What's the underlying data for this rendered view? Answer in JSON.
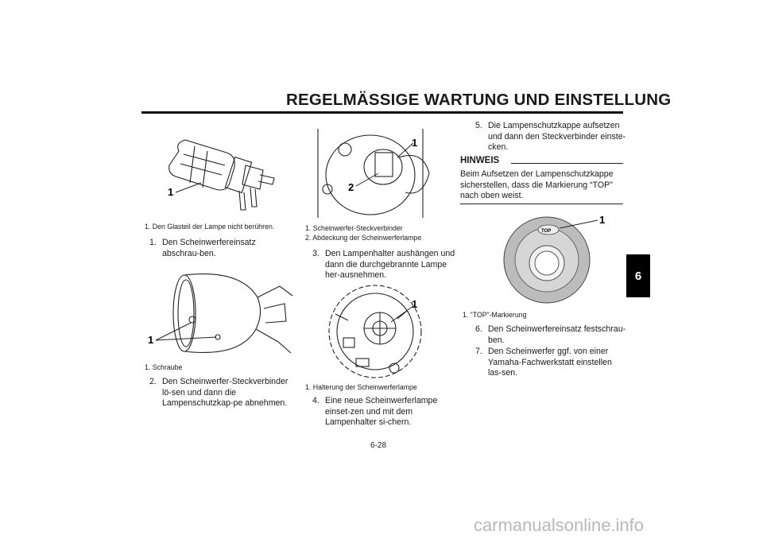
{
  "title": "REGELMÄSSIGE WARTUNG UND EINSTELLUNG",
  "chapter_tab": "6",
  "page_number": "6-28",
  "figures": {
    "bulb": {
      "caption": "1.  Den Glasteil der Lampe nicht berühren.",
      "callout": "1"
    },
    "headlight": {
      "caption": "1.  Schraube",
      "callout": "1"
    },
    "connector": {
      "caption1": "1.  Scheinwerfer-Steckverbinder",
      "caption2": "2.  Abdeckung der Scheinwerferlampe",
      "callout1": "1",
      "callout2": "2"
    },
    "holder": {
      "caption": "1.  Halterung der Scheinwerferlampe",
      "callout": "1"
    },
    "cover": {
      "caption": "1.  “TOP”-Markierung",
      "callout": "1",
      "mark": "TOP"
    }
  },
  "steps": [
    {
      "num": "1.",
      "text": "Den Scheinwerfereinsatz abschrau-ben."
    },
    {
      "num": "2.",
      "text": "Den Scheinwerfer-Steckverbinder lö-sen und dann die Lampenschutzkap-pe abnehmen."
    },
    {
      "num": "3.",
      "text": "Den Lampenhalter aushängen und dann die durchgebrannte Lampe her-ausnehmen."
    },
    {
      "num": "4.",
      "text": "Eine neue Scheinwerferlampe einset-zen und mit dem Lampenhalter si-chern."
    },
    {
      "num": "5.",
      "text": "Die Lampenschutzkappe aufsetzen und dann den Steckverbinder einste-cken."
    },
    {
      "num": "6.",
      "text": "Den Scheinwerfereinsatz festschrau-ben."
    },
    {
      "num": "7.",
      "text": "Den Scheinwerfer ggf. von einer Yamaha-Fachwerkstatt einstellen las-sen."
    }
  ],
  "hinweis": {
    "label": "HINWEIS",
    "text": "Beim Aufsetzen der Lampenschutzkappe sicherstellen, dass die Markierung “TOP” nach oben weist."
  },
  "watermark": "carmanualsonline.info"
}
